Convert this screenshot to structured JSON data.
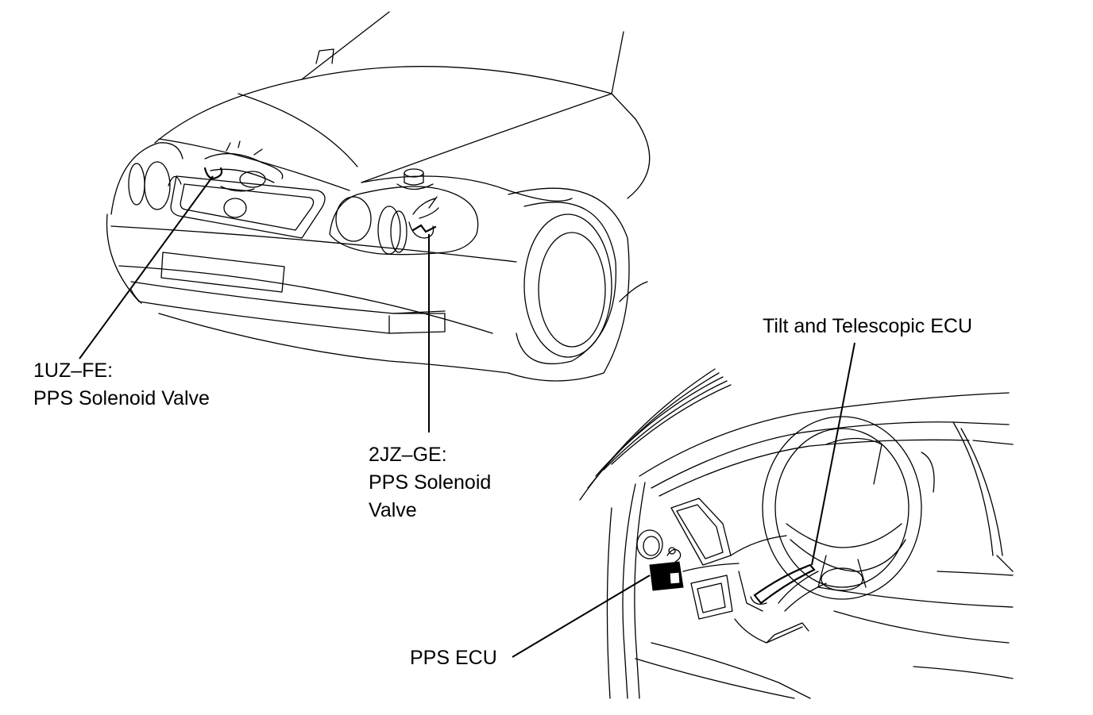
{
  "callouts": {
    "uz_fe": {
      "line1": "1UZ–FE:",
      "line2": "PPS Solenoid Valve"
    },
    "jz_ge": {
      "line1": "2JZ–GE:",
      "line2": "PPS Solenoid",
      "line3": "Valve"
    },
    "tilt_ecu": {
      "text": "Tilt and Telescopic ECU"
    },
    "pps_ecu": {
      "text": "PPS ECU"
    }
  }
}
